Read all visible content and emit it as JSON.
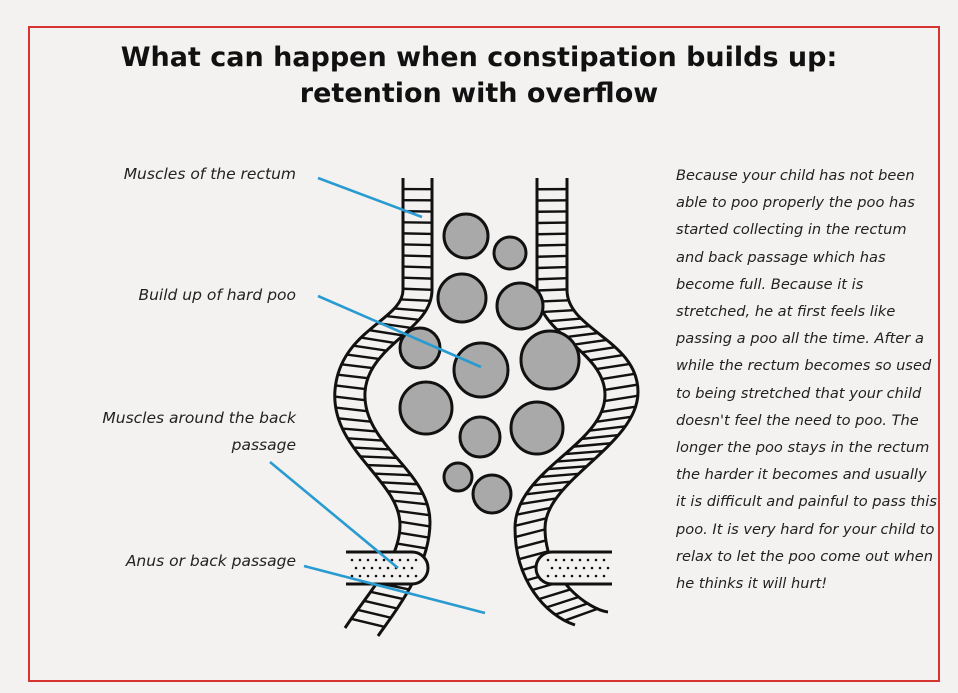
{
  "title": {
    "line1": "What can happen when constipation builds up:",
    "line2": "retention with overflow"
  },
  "labels": {
    "muscles_rectum": "Muscles of the rectum",
    "build_up": "Build up of hard poo",
    "muscles_back_line1": "Muscles around the back",
    "muscles_back_line2": "passage",
    "anus": "Anus or back passage"
  },
  "body_text": "Because your child has not been able to poo properly the poo has started collecting in the rectum and back passage which has become full. Because it is stretched, he at first feels like passing a poo all the time. After a while the rectum becomes so used to being stretched that your child doesn't feel the need to poo. The longer the poo stays in the rectum the harder it becomes and usually it is difficult and painful to pass this poo. It is very hard for your child to relax to let the poo come out when he thinks it will hurt!",
  "colors": {
    "frame": "#d8342f",
    "pointer": "#2a9bd0",
    "poo_fill": "#a9a9a9",
    "outline": "#111111"
  }
}
